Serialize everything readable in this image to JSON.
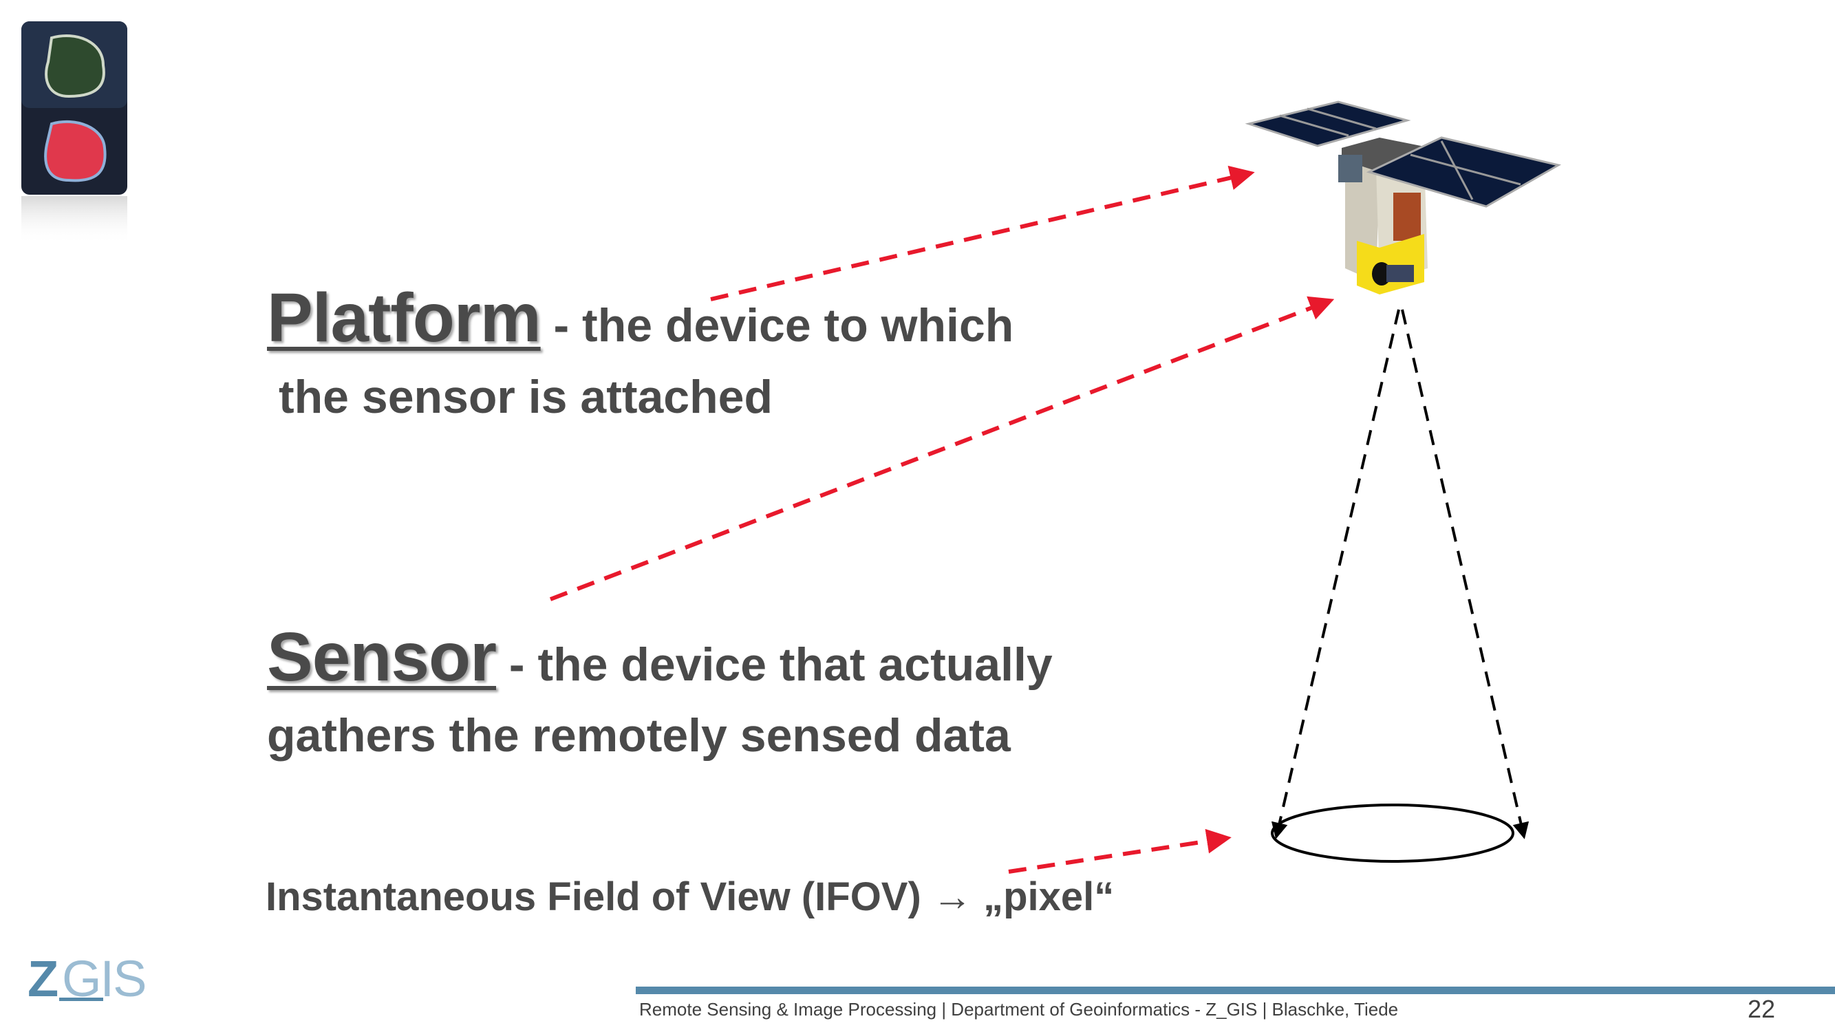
{
  "slide": {
    "platform": {
      "term": "Platform",
      "definition_line1": " - the device to which",
      "definition_line2": "the sensor is attached"
    },
    "sensor": {
      "term": "Sensor",
      "definition_line1": " - the device that actually",
      "definition_line2": "gathers the remotely sensed data"
    },
    "ifov": {
      "text": "Instantaneous Field of View (IFOV)",
      "arrow": "→",
      "result": "„pixel“"
    }
  },
  "footer": {
    "text": "Remote Sensing & Image Processing | Department of Geoinformatics - Z_GIS | Blaschke, Tiede",
    "page_number": "22",
    "logo": "Z_GIS",
    "accent_color": "#5589aa"
  },
  "colors": {
    "text": "#4a4a4a",
    "arrow": "#e8192c"
  }
}
